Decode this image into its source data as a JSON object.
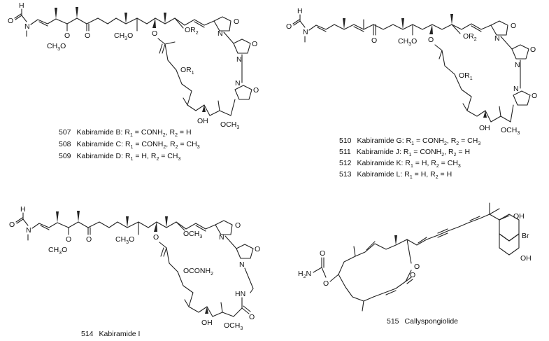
{
  "compounds": [
    {
      "number": "507",
      "caption": "Kabiramide B: R",
      "r1": "1",
      "eq1": " = CONH",
      "s1": "2",
      "mid": ", R",
      "r2": "2",
      "eq2": " = H"
    },
    {
      "number": "508",
      "caption": "Kabiramide C: R",
      "r1": "1",
      "eq1": " = CONH",
      "s1": "2",
      "mid": ", R",
      "r2": "2",
      "eq2": " = CH",
      "s2": "3"
    },
    {
      "number": "509",
      "caption": "Kabiramide D: R",
      "r1": "1",
      "eq1": " = H, R",
      "r2": "2",
      "eq2": " = CH",
      "s2": "3"
    },
    {
      "number": "510",
      "caption": "Kabiramide G: R",
      "r1": "1",
      "eq1": " = CONH",
      "s1": "2",
      "mid": ", R",
      "r2": "2",
      "eq2": " = CH",
      "s2": "3"
    },
    {
      "number": "511",
      "caption": "Kabiramide J: R",
      "r1": "1",
      "eq1": " = CONH",
      "s1": "2",
      "mid": ", R",
      "r2": "2",
      "eq2": " = H"
    },
    {
      "number": "512",
      "caption": "Kabiramide K: R",
      "r1": "1",
      "eq1": " = H, R",
      "r2": "2",
      "eq2": " = CH",
      "s2": "3"
    },
    {
      "number": "513",
      "caption": "Kabiramide L: R",
      "r1": "1",
      "eq1": " = H, R",
      "r2": "2",
      "eq2": " = H"
    },
    {
      "number": "514",
      "caption": "Kabiramide I"
    },
    {
      "number": "515",
      "caption": "Callyspongiolide"
    }
  ],
  "atoms": {
    "H": "H",
    "O": "O",
    "N": "N",
    "CH3O": "CH",
    "three": "3",
    "Oend": "O",
    "OR": "OR",
    "one": "1",
    "two": "2",
    "OH": "OH",
    "OCH": "OCH",
    "OCONH": "OCONH",
    "HN": "HN",
    "H2N": "H",
    "N2": "N",
    "Br": "Br",
    "OCH3full": "OCH"
  }
}
